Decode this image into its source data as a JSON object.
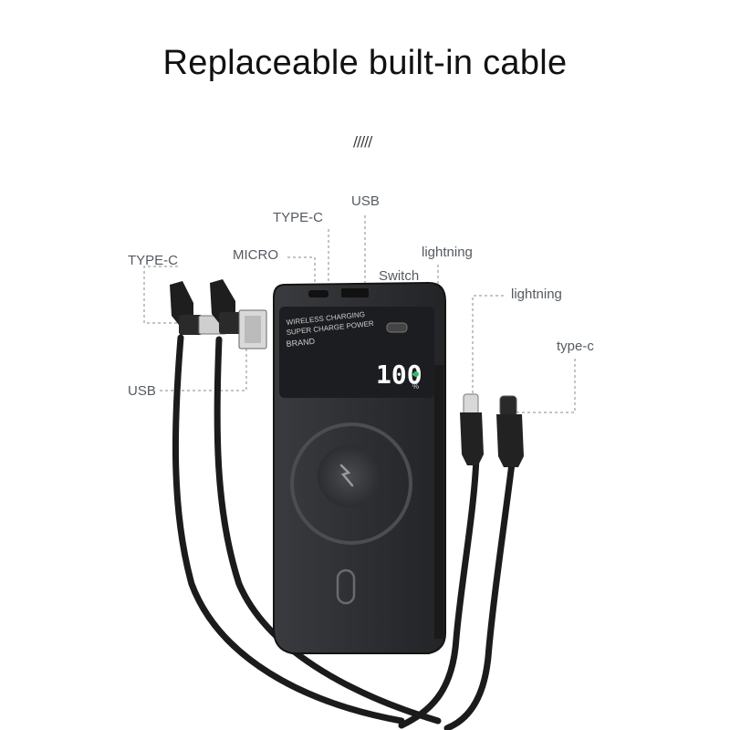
{
  "title": "Replaceable built-in cable",
  "decoration": "/////",
  "labels": {
    "usb_top": "USB",
    "type_c_top": "TYPE-C",
    "micro": "MICRO",
    "type_c_left": "TYPE-C",
    "usb_left": "USB",
    "switch": "Switch",
    "lightning_top": "lightning",
    "lightning_right": "lightning",
    "type_c_right": "type-c"
  },
  "power_bank": {
    "line1": "WIRELESS CHARGING",
    "line2": "SUPER CHARGE POWER",
    "brand": "BRAND",
    "display": "100",
    "unit": "%"
  },
  "colors": {
    "body": "#2b2c2f",
    "cable": "#1a1a1a",
    "leader": "#888888",
    "label": "#555a60"
  }
}
